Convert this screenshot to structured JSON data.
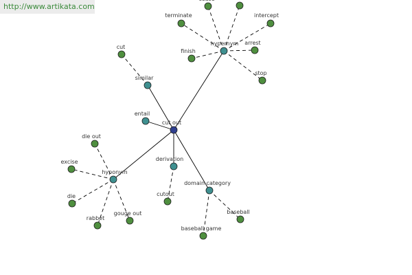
{
  "banner": {
    "url": "http://www.artikata.com"
  },
  "colors": {
    "center": "#2f3f8f",
    "relation": "#3f9090",
    "word": "#4f8f3f",
    "node_stroke": "#1e1e1e",
    "edge": "#000000"
  },
  "graph": {
    "center": {
      "id": "center",
      "label": "cut out"
    },
    "relations": [
      {
        "id": "hypernym",
        "label": "hypernym"
      },
      {
        "id": "similar",
        "label": "similar"
      },
      {
        "id": "entail",
        "label": "entail"
      },
      {
        "id": "hyponym",
        "label": "hyponym"
      },
      {
        "id": "derivation",
        "label": "derivation"
      },
      {
        "id": "domain",
        "label": "domain category"
      }
    ],
    "words": [
      {
        "id": "w-cease",
        "label": "cease",
        "relation": "hypernym"
      },
      {
        "id": "w-blank",
        "label": "",
        "relation": "hypernym"
      },
      {
        "id": "w-terminate",
        "label": "terminate",
        "relation": "hypernym"
      },
      {
        "id": "w-intercept",
        "label": "intercept",
        "relation": "hypernym"
      },
      {
        "id": "w-finish",
        "label": "finish",
        "relation": "hypernym"
      },
      {
        "id": "w-arrest",
        "label": "arrest",
        "relation": "hypernym"
      },
      {
        "id": "w-stop",
        "label": "stop",
        "relation": "hypernym"
      },
      {
        "id": "w-cut",
        "label": "cut",
        "relation": "similar"
      },
      {
        "id": "w-dieout",
        "label": "die out",
        "relation": "hyponym"
      },
      {
        "id": "w-excise",
        "label": "excise",
        "relation": "hyponym"
      },
      {
        "id": "w-die",
        "label": "die",
        "relation": "hyponym"
      },
      {
        "id": "w-rabbet",
        "label": "rabbet",
        "relation": "hyponym"
      },
      {
        "id": "w-gougeout",
        "label": "gouge out",
        "relation": "hyponym"
      },
      {
        "id": "w-cutout",
        "label": "cutout",
        "relation": "derivation"
      },
      {
        "id": "w-baseball",
        "label": "baseball",
        "relation": "domain"
      },
      {
        "id": "w-baseballgame",
        "label": "baseball game",
        "relation": "domain"
      }
    ]
  }
}
